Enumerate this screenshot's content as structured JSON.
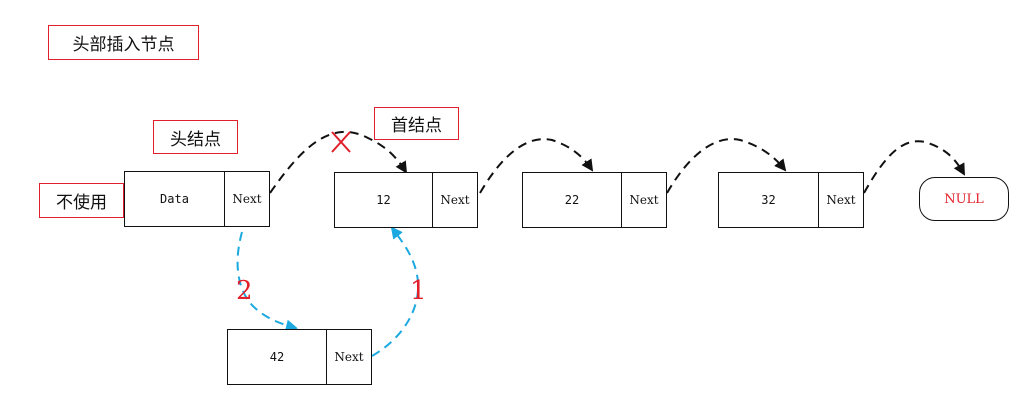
{
  "labels": {
    "title": "头部插入节点",
    "head_node": "头结点",
    "first_node": "首结点",
    "unused": "不使用"
  },
  "head": {
    "data": "Data",
    "next": "Next"
  },
  "list_nodes": [
    {
      "value": "12",
      "next": "Next"
    },
    {
      "value": "22",
      "next": "Next"
    },
    {
      "value": "32",
      "next": "Next"
    }
  ],
  "new_node": {
    "value": "42",
    "next": "Next"
  },
  "null_node": {
    "text": "NULL"
  },
  "steps": {
    "first": "1",
    "second": "2"
  },
  "colors": {
    "label_border": "#e0202a",
    "step_number": "#e0202a",
    "cross_mark": "#e0202a",
    "null_text": "#e0202a",
    "insert_arrow": "#1ba9e0",
    "link_arrow": "#111111"
  }
}
